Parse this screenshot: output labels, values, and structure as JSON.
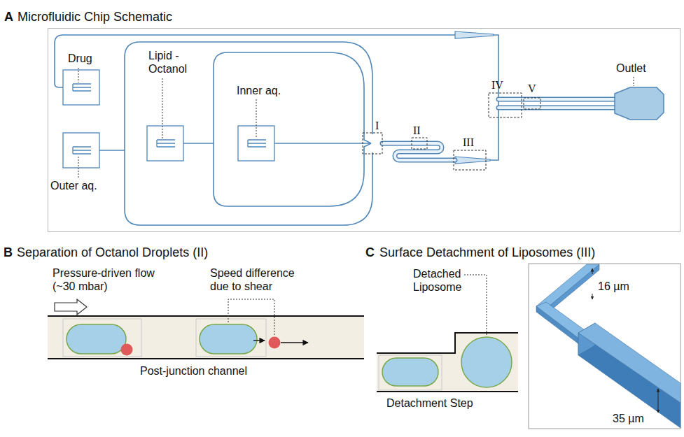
{
  "diagram": {
    "nodes": [
      {
        "text": [
          "A",
          "Microfluidic Chip Schematic"
        ]
      }
    ],
    "labels": [
      "Drug",
      "Outer aq.",
      "Lipid - Octanol",
      "Inner aq.",
      "Outlet",
      "I",
      "II",
      "III",
      "IV",
      "V",
      "B",
      "Separation of Octanol Droplets (II)",
      "Pressure-driven flow (~30 mbar)",
      "Speed difference due to shear",
      "Post-junction channel",
      "C",
      "Surface Detachment of Liposomes (III)",
      "Detached Liposome",
      "Detachment Step",
      "16 µm",
      "35 µm"
    ]
  }
}
